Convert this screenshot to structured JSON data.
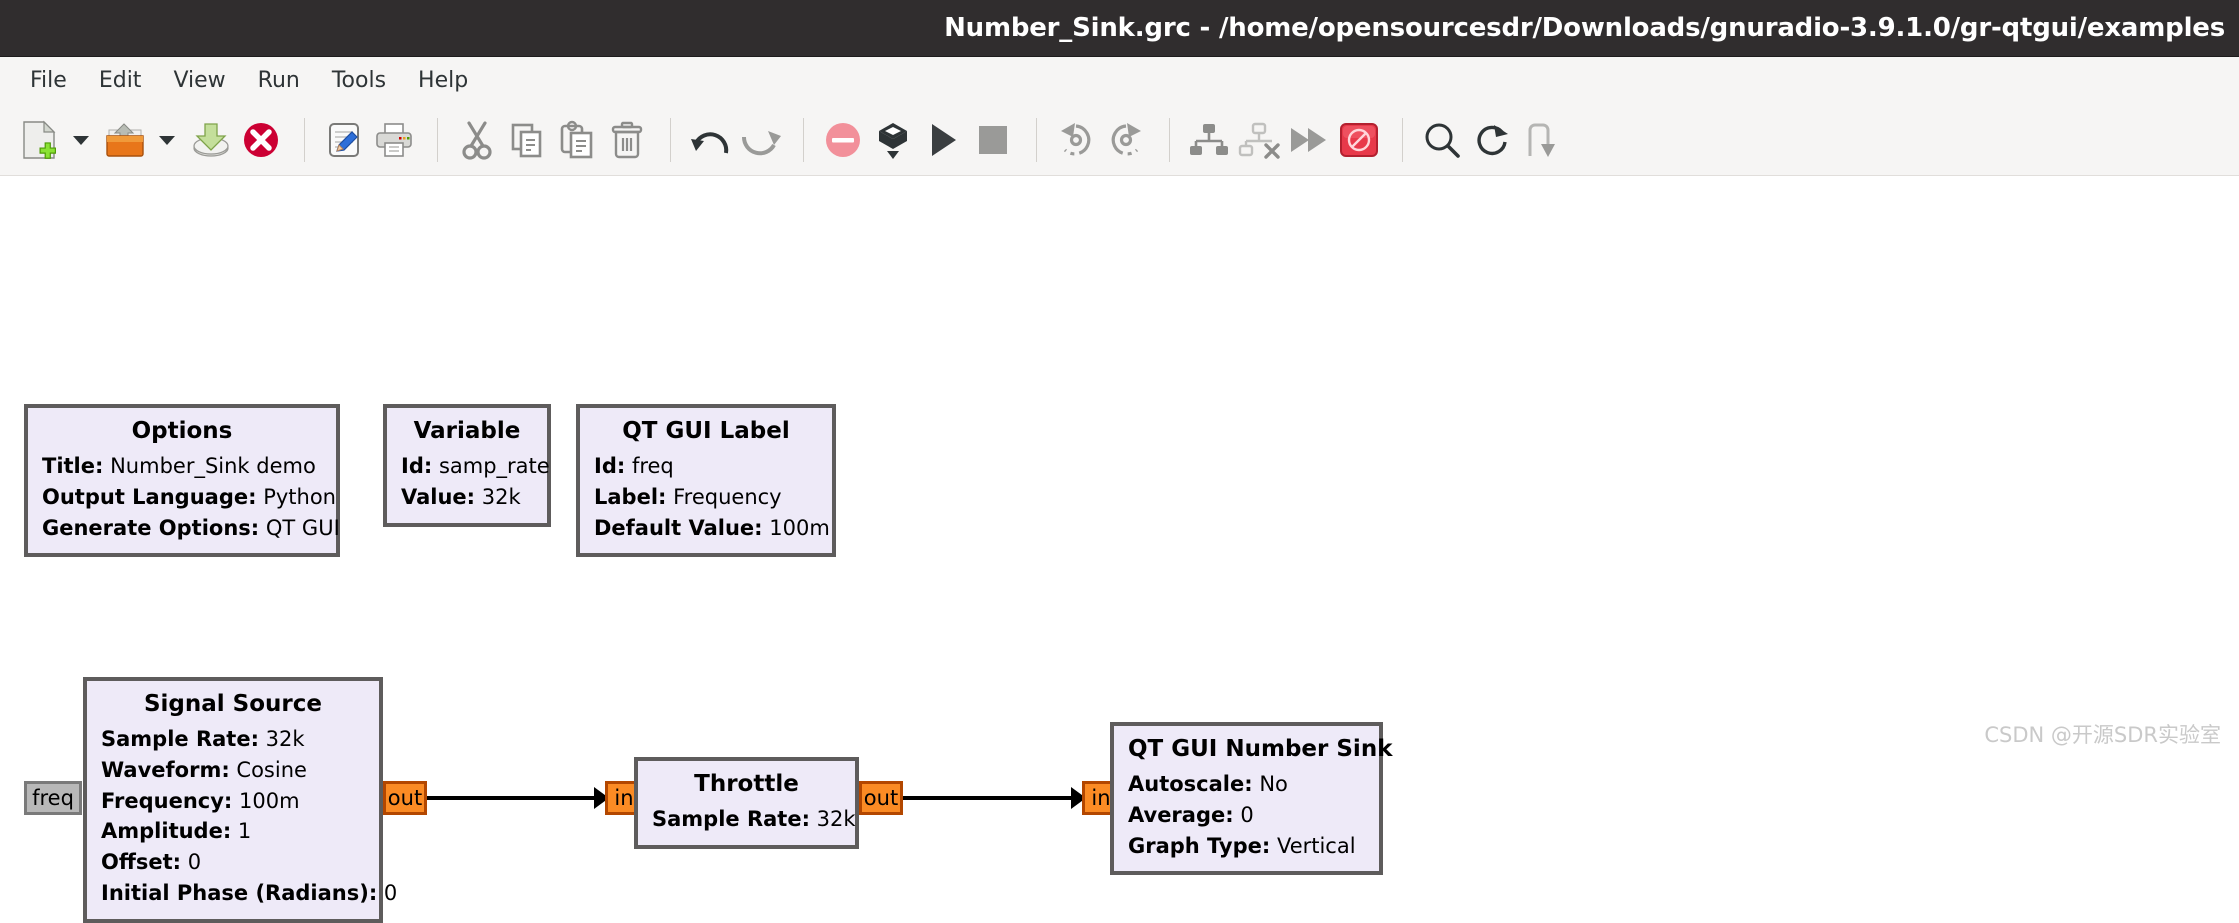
{
  "window": {
    "title": "Number_Sink.grc - /home/opensourcesdr/Downloads/gnuradio-3.9.1.0/gr-qtgui/examples"
  },
  "menubar": {
    "items": [
      {
        "label": "File",
        "name": "menu-file"
      },
      {
        "label": "Edit",
        "name": "menu-edit"
      },
      {
        "label": "View",
        "name": "menu-view"
      },
      {
        "label": "Run",
        "name": "menu-run"
      },
      {
        "label": "Tools",
        "name": "menu-tools"
      },
      {
        "label": "Help",
        "name": "menu-help"
      }
    ]
  },
  "toolbar": {
    "icons": [
      "new-file-icon",
      "new-file-dropdown-icon",
      "open-folder-icon",
      "open-recent-dropdown-icon",
      "save-icon",
      "close-icon",
      "edit-properties-icon",
      "print-icon",
      "cut-icon",
      "copy-icon",
      "paste-icon",
      "delete-icon",
      "undo-icon",
      "redo-icon",
      "disable-block-icon",
      "generate-icon",
      "execute-icon",
      "kill-icon",
      "rotate-left-icon",
      "rotate-right-icon",
      "create-hier-icon",
      "remove-hier-icon",
      "fast-forward-icon",
      "prohibit-icon",
      "search-icon",
      "reload-icon",
      "align-icon"
    ]
  },
  "colors": {
    "titlebar_bg": "#302d2e",
    "toolbar_bg": "#f6f5f4",
    "block_fill": "#eeeaf8",
    "block_border": "#5e5c5c",
    "port_fill": "#fb8b24",
    "port_border": "#b34700",
    "msg_port_fill": "#b8b8b8",
    "wire": "#000000"
  },
  "flowgraph": {
    "blocks": [
      {
        "name": "options-block",
        "title": "Options",
        "rows": [
          {
            "key": "Title:",
            "value": "Number_Sink demo"
          },
          {
            "key": "Output Language:",
            "value": "Python"
          },
          {
            "key": "Generate Options:",
            "value": "QT GUI"
          }
        ]
      },
      {
        "name": "variable-block",
        "title": "Variable",
        "rows": [
          {
            "key": "Id:",
            "value": "samp_rate"
          },
          {
            "key": "Value:",
            "value": "32k"
          }
        ]
      },
      {
        "name": "qt-gui-label-block",
        "title": "QT GUI Label",
        "rows": [
          {
            "key": "Id:",
            "value": "freq"
          },
          {
            "key": "Label:",
            "value": "Frequency"
          },
          {
            "key": "Default Value:",
            "value": "100m"
          }
        ]
      },
      {
        "name": "signal-source-block",
        "title": "Signal Source",
        "rows": [
          {
            "key": "Sample Rate:",
            "value": "32k"
          },
          {
            "key": "Waveform:",
            "value": "Cosine"
          },
          {
            "key": "Frequency:",
            "value": "100m"
          },
          {
            "key": "Amplitude:",
            "value": "1"
          },
          {
            "key": "Offset:",
            "value": "0"
          },
          {
            "key": "Initial Phase (Radians):",
            "value": "0"
          }
        ],
        "ports": {
          "msg_in": "freq",
          "out": "out"
        }
      },
      {
        "name": "throttle-block",
        "title": "Throttle",
        "rows": [
          {
            "key": "Sample Rate:",
            "value": "32k"
          }
        ],
        "ports": {
          "in": "in",
          "out": "out"
        }
      },
      {
        "name": "qt-gui-number-sink-block",
        "title": "QT GUI Number Sink",
        "rows": [
          {
            "key": "Autoscale:",
            "value": "No"
          },
          {
            "key": "Average:",
            "value": "0"
          },
          {
            "key": "Graph Type:",
            "value": "Vertical"
          }
        ],
        "ports": {
          "in": "in"
        }
      }
    ]
  },
  "watermark": {
    "text": "CSDN @开源SDR实验室"
  }
}
